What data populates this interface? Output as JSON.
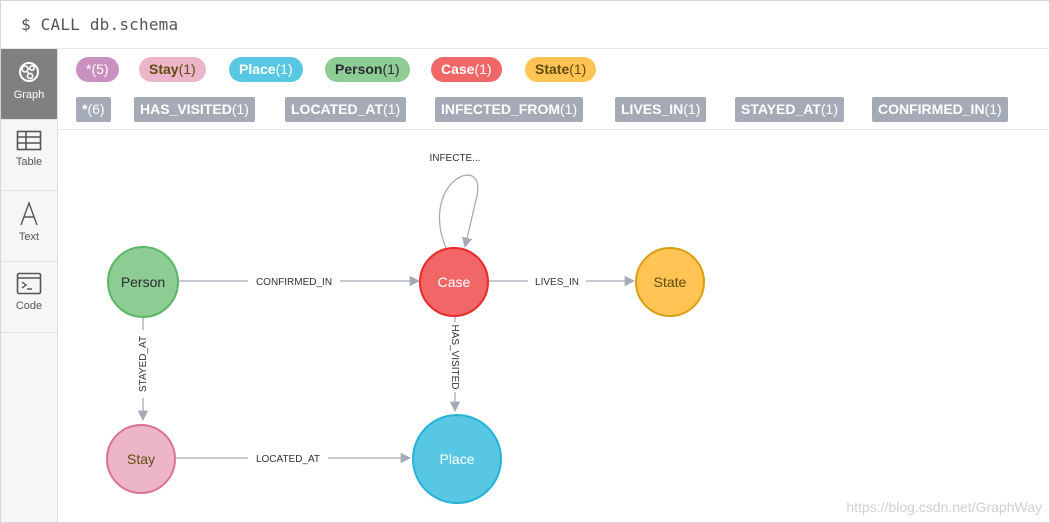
{
  "query": {
    "text": "$ CALL db.schema"
  },
  "sidebar": {
    "items": [
      {
        "label": "Graph",
        "icon": "graph-icon"
      },
      {
        "label": "Table",
        "icon": "table-icon"
      },
      {
        "label": "Text",
        "icon": "text-icon"
      },
      {
        "label": "Code",
        "icon": "code-icon"
      }
    ]
  },
  "labels": {
    "all": {
      "name": "*",
      "count": "(5)",
      "color": "#c990c0"
    },
    "items": [
      {
        "name": "Stay",
        "count": "(1)",
        "color": "#ecb5c9",
        "text_color": "#604a0e"
      },
      {
        "name": "Place",
        "count": "(1)",
        "color": "#57c7e3",
        "text_color": "#ffffff"
      },
      {
        "name": "Person",
        "count": "(1)",
        "color": "#8dcc93",
        "text_color": "#2a2c34"
      },
      {
        "name": "Case",
        "count": "(1)",
        "color": "#f16667",
        "text_color": "#ffffff"
      },
      {
        "name": "State",
        "count": "(1)",
        "color": "#ffc454",
        "text_color": "#604a0e"
      }
    ]
  },
  "relationships": {
    "all": {
      "name": "*",
      "count": "(6)"
    },
    "items": [
      {
        "name": "HAS_VISITED",
        "count": "(1)"
      },
      {
        "name": "LOCATED_AT",
        "count": "(1)"
      },
      {
        "name": "INFECTED_FROM",
        "count": "(1)"
      },
      {
        "name": "LIVES_IN",
        "count": "(1)"
      },
      {
        "name": "STAYED_AT",
        "count": "(1)"
      },
      {
        "name": "CONFIRMED_IN",
        "count": "(1)"
      }
    ]
  },
  "graph": {
    "nodes": {
      "person": "Person",
      "case": "Case",
      "state": "State",
      "stay": "Stay",
      "place": "Place"
    },
    "edges": {
      "confirmed_in": "CONFIRMED_IN",
      "lives_in": "LIVES_IN",
      "infected_from": "INFECTE...",
      "has_visited": "HAS_VISITED",
      "stayed_at": "STAYED_AT",
      "located_at": "LOCATED_AT"
    }
  },
  "watermark": "https://blog.csdn.net/GraphWay"
}
